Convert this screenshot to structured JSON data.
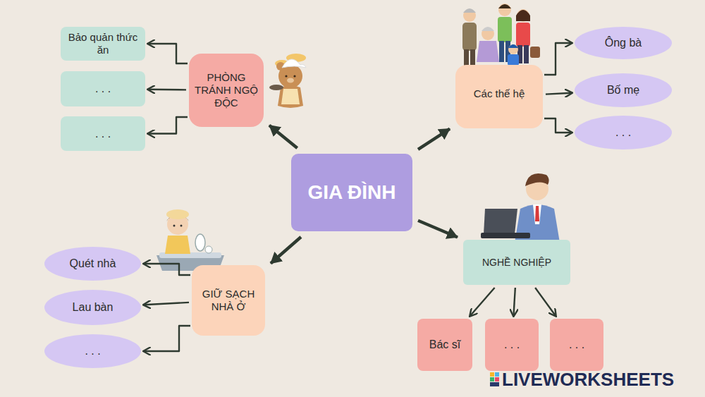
{
  "diagram": {
    "nodes": [
      {
        "text": [
          "GIA ĐÌNH"
        ]
      },
      {
        "text": [
          "PHÒNG TRÁNH NGỘ ĐỘC"
        ]
      },
      {
        "text": [
          "Bảo quản thức ăn"
        ]
      },
      {
        "text": [
          ". . ."
        ]
      },
      {
        "text": [
          ". . ."
        ]
      },
      {
        "text": [
          "Các thế hệ"
        ]
      },
      {
        "text": [
          "Ông bà"
        ]
      },
      {
        "text": [
          "Bố mẹ"
        ]
      },
      {
        "text": [
          ". . ."
        ]
      },
      {
        "text": [
          "GIỮ SẠCH NHÀ Ở"
        ]
      },
      {
        "text": [
          "Quét nhà"
        ]
      },
      {
        "text": [
          "Lau bàn"
        ]
      },
      {
        "text": [
          ". . ."
        ]
      },
      {
        "text": [
          "NGHỀ NGHIỆP"
        ]
      },
      {
        "text": [
          "Bác sĩ"
        ]
      },
      {
        "text": [
          ". . ."
        ]
      },
      {
        "text": [
          ". . ."
        ]
      }
    ],
    "edges": [
      {
        "from": 0,
        "to": 1,
        "arrow": "to"
      },
      {
        "from": 0,
        "to": 5,
        "arrow": "to"
      },
      {
        "from": 0,
        "to": 9,
        "arrow": "to"
      },
      {
        "from": 0,
        "to": 13,
        "arrow": "to"
      },
      {
        "from": 1,
        "to": 2,
        "arrow": "to"
      },
      {
        "from": 1,
        "to": 3,
        "arrow": "to"
      },
      {
        "from": 1,
        "to": 4,
        "arrow": "to"
      },
      {
        "from": 5,
        "to": 6,
        "arrow": "to"
      },
      {
        "from": 5,
        "to": 7,
        "arrow": "to"
      },
      {
        "from": 5,
        "to": 8,
        "arrow": "to"
      },
      {
        "from": 9,
        "to": 10,
        "arrow": "to"
      },
      {
        "from": 9,
        "to": 11,
        "arrow": "to"
      },
      {
        "from": 9,
        "to": 12,
        "arrow": "to"
      },
      {
        "from": 13,
        "to": 14,
        "arrow": "to"
      },
      {
        "from": 13,
        "to": 15,
        "arrow": "to"
      },
      {
        "from": 13,
        "to": 16,
        "arrow": "to"
      }
    ],
    "labels": [
      "LIVEWORKSHEETS"
    ]
  }
}
